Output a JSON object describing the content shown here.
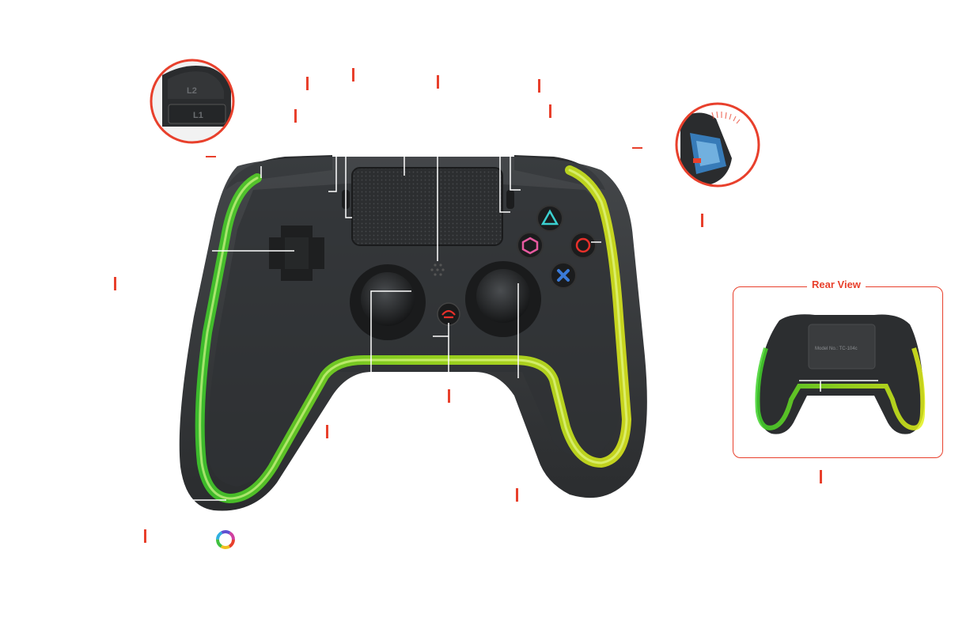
{
  "rear_view": {
    "title": "Rear View"
  },
  "inset_l2l1": {
    "label_l2": "L2",
    "label_l1": "L1"
  },
  "rear_device": {
    "model_text": "Model No.: TC-104c"
  },
  "colors": {
    "accent": "#e8402c",
    "body": "#2a2c2e",
    "glow_green": "#56e020",
    "glow_yellow": "#d8f020",
    "triangle": "#3bd0d0",
    "square": "#e85aa0",
    "circle": "#e8302a",
    "cross": "#3a7ad8"
  },
  "icons": [
    "rgb-ring-icon",
    "triangle-icon",
    "square-icon",
    "circle-icon",
    "cross-icon",
    "home-button-icon"
  ]
}
